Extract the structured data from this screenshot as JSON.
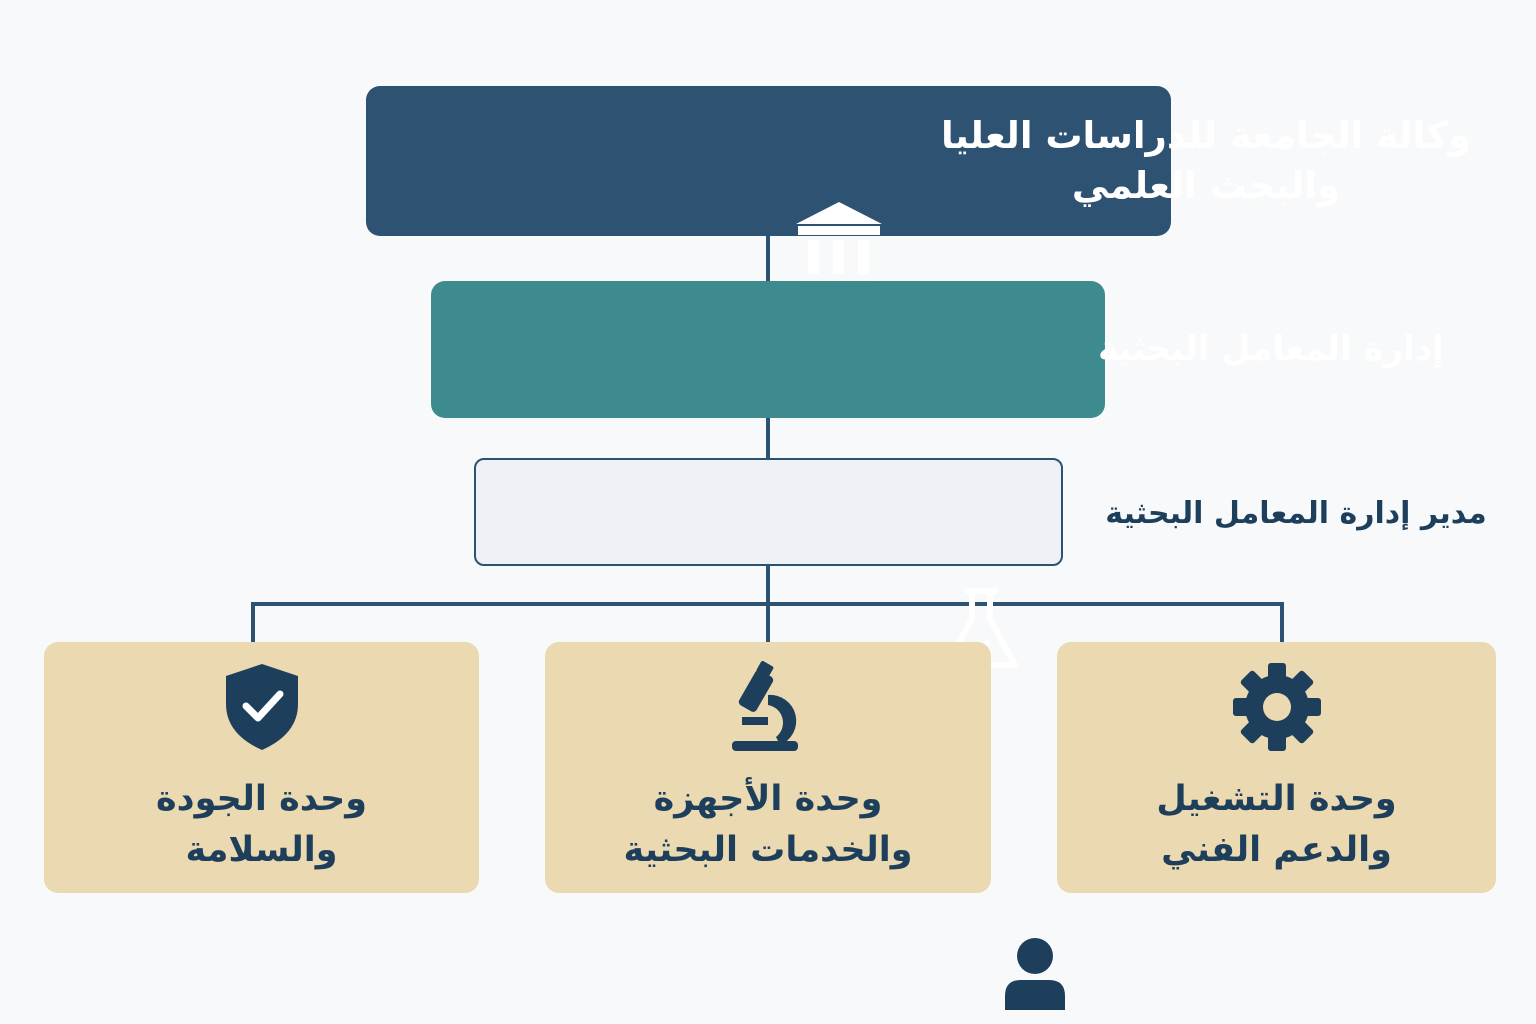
{
  "colors": {
    "top_box": "#2e5272",
    "labs_box": "#3d8b8e",
    "manager_box_bg": "#eef2f6",
    "unit_box": "#ebd9b1",
    "connector": "#2e5272",
    "dark_text": "#1e3f5c"
  },
  "nodes": {
    "vice_rectorate": {
      "label": "وكالة الجامعة للدراسات العليا\nوالبحث العلمي",
      "icon": "institution-building-icon"
    },
    "labs_department": {
      "label": "إدارة المعامل البحثية",
      "icon": "lab-flask-icon"
    },
    "labs_manager": {
      "label": "مدير إدارة المعامل البحثية",
      "icon": "person-icon"
    },
    "units": [
      {
        "label": "وحدة التشغيل\nوالدعم الفني",
        "icon": "gear-icon"
      },
      {
        "label": "وحدة الأجهزة\nوالخدمات البحثية",
        "icon": "microscope-icon"
      },
      {
        "label": "وحدة الجودة\nوالسلامة",
        "icon": "shield-check-icon"
      }
    ]
  }
}
